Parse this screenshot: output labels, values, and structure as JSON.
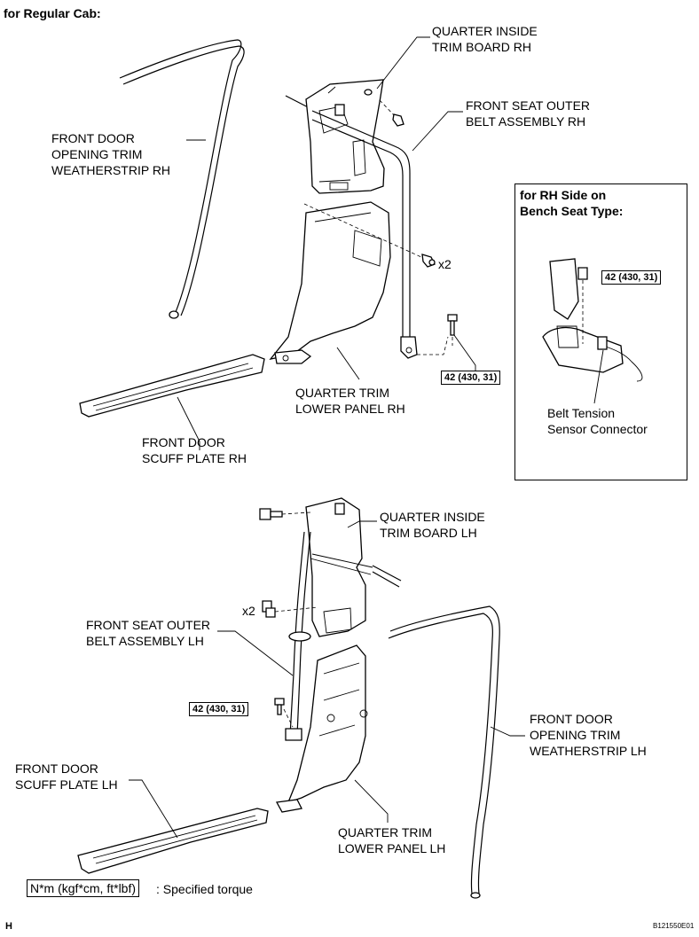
{
  "header": {
    "title": "for Regular Cab:"
  },
  "rh": {
    "quarter_inside_trim_board": "QUARTER INSIDE\nTRIM BOARD RH",
    "front_seat_outer_belt": "FRONT SEAT OUTER\nBELT ASSEMBLY RH",
    "weatherstrip": "FRONT DOOR\nOPENING TRIM\nWEATHERSTRIP RH",
    "bolt_qty": "x2",
    "torque": "42 (430, 31)",
    "quarter_trim_lower_panel": "QUARTER TRIM\nLOWER PANEL RH",
    "scuff_plate": "FRONT DOOR\nSCUFF PLATE RH"
  },
  "inset": {
    "title": "for RH Side on\nBench Seat Type:",
    "torque": "42 (430, 31)",
    "connector": "Belt Tension\nSensor Connector"
  },
  "lh": {
    "quarter_inside_trim_board": "QUARTER INSIDE\nTRIM BOARD LH",
    "bolt_qty": "x2",
    "front_seat_outer_belt": "FRONT SEAT OUTER\nBELT ASSEMBLY LH",
    "torque": "42 (430, 31)",
    "weatherstrip": "FRONT DOOR\nOPENING TRIM\nWEATHERSTRIP LH",
    "scuff_plate": "FRONT DOOR\nSCUFF PLATE LH",
    "quarter_trim_lower_panel": "QUARTER TRIM\nLOWER PANEL LH"
  },
  "legend": {
    "unit": "N*m (kgf*cm, ft*lbf)",
    "text": ": Specified torque"
  },
  "footer": {
    "left": "H",
    "code": "B121550E01"
  }
}
